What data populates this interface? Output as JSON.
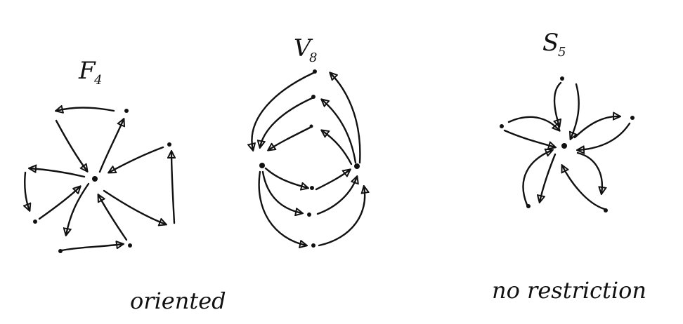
{
  "graphs": [
    {
      "name": "F",
      "subscript": "4",
      "caption": "oriented"
    },
    {
      "name": "V",
      "subscript": "8",
      "caption": ""
    },
    {
      "name": "S",
      "subscript": "5",
      "caption": "no restriction"
    }
  ]
}
